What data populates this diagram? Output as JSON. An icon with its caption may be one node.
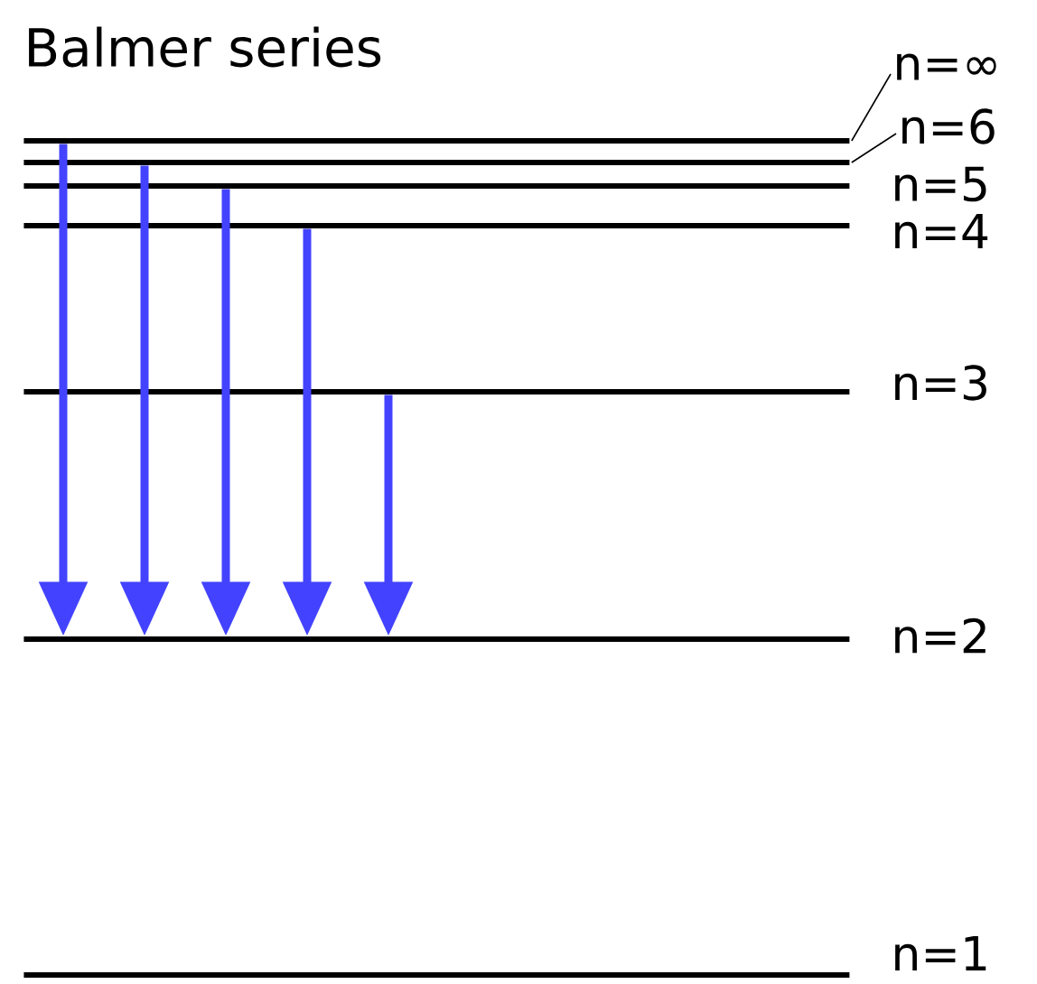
{
  "diagram": {
    "title": "Balmer series",
    "nodes": [
      {
        "text": [],
        "shape": "bar"
      },
      {
        "text": [],
        "shape": "bar"
      },
      {
        "text": [],
        "shape": "bar",
        "beside": [
          "n=5"
        ]
      },
      {
        "text": [],
        "shape": "bar",
        "beside": [
          "n=4"
        ]
      },
      {
        "text": [],
        "shape": "bar",
        "beside": [
          "n=3"
        ]
      },
      {
        "text": [],
        "shape": "bar",
        "beside": [
          "n=2"
        ]
      },
      {
        "text": [],
        "shape": "bar",
        "beside": [
          "n=1"
        ]
      },
      {
        "text": [
          "n=∞"
        ]
      },
      {
        "text": [
          "n=6"
        ]
      }
    ],
    "edges": [
      {
        "from": 7,
        "to": 0,
        "arrow": "none",
        "color": "#000000"
      },
      {
        "from": 8,
        "to": 1,
        "arrow": "none",
        "color": "#000000"
      },
      {
        "from": 0,
        "to": 5,
        "arrow": "to"
      },
      {
        "from": 1,
        "to": 5,
        "arrow": "to"
      },
      {
        "from": 2,
        "to": 5,
        "arrow": "to"
      },
      {
        "from": 3,
        "to": 5,
        "arrow": "to"
      },
      {
        "from": 4,
        "to": 5,
        "arrow": "to"
      }
    ]
  }
}
